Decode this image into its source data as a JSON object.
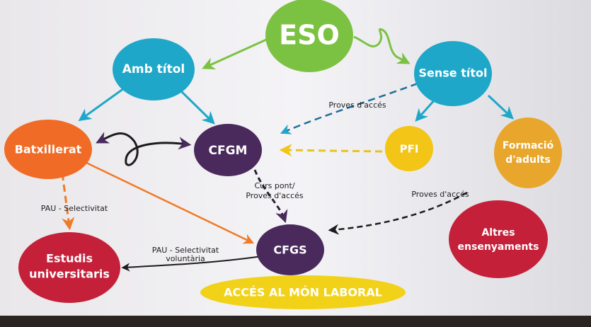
{
  "diagram": {
    "colors": {
      "green": "#7cc242",
      "teal": "#1fa7c9",
      "orange": "#f06b25",
      "purple": "#4a2a5c",
      "yellow": "#f2c516",
      "amber": "#e8a62c",
      "crimson": "#c5203a",
      "arrow_teal": "#1fa7c9",
      "arrow_orange": "#f07a25",
      "arrow_purple": "#4a2a5c",
      "arrow_dark": "#1c1c1c"
    },
    "nodes": {
      "eso": "ESO",
      "amb_titol": "Amb títol",
      "sense_titol": "Sense títol",
      "batxillerat": "Batxillerat",
      "cfgm": "CFGM",
      "pfi": "PFI",
      "formacio_adults": [
        "Formació",
        "d'adults"
      ],
      "cfgs": "CFGS",
      "estudis_universitaris": [
        "Estudis",
        "universitaris"
      ],
      "altres_ensenyaments": [
        "Altres",
        "ensenyaments"
      ],
      "acces_mon_laboral": "ACCÉS AL MÓN LABORAL"
    },
    "edge_labels": {
      "proves_acces_top": "Proves d'accés",
      "pau_selectivitat": "PAU - Selectivitat",
      "curs_pont": [
        "Curs pont/",
        "Proves d'accés"
      ],
      "proves_acces_right": "Proves d'accés",
      "pau_voluntaria": [
        "PAU - Selectivitat",
        "voluntària"
      ]
    }
  }
}
